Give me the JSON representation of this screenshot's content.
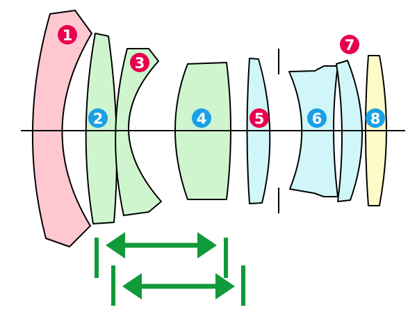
{
  "colors": {
    "pink_fill": "#FFC8D0",
    "green_fill": "#CFF5CF",
    "cyan_fill": "#D0F6FA",
    "yellow_fill": "#FFFBC8",
    "badge_magenta": "#E8004F",
    "badge_blue": "#1AA0E6",
    "arrow_green": "#119A3A",
    "line": "#000000"
  },
  "elements": [
    {
      "label": "1",
      "badge_color": "magenta",
      "fill": "pink"
    },
    {
      "label": "2",
      "badge_color": "blue",
      "fill": "green"
    },
    {
      "label": "3",
      "badge_color": "magenta",
      "fill": "green"
    },
    {
      "label": "4",
      "badge_color": "blue",
      "fill": "green"
    },
    {
      "label": "5",
      "badge_color": "magenta",
      "fill": "cyan"
    },
    {
      "label": "6",
      "badge_color": "blue",
      "fill": "cyan"
    },
    {
      "label": "7",
      "badge_color": "magenta",
      "fill": "cyan"
    },
    {
      "label": "8",
      "badge_color": "blue",
      "fill": "yellow"
    }
  ],
  "moving_groups": [
    {
      "members": [
        "2",
        "3",
        "4"
      ],
      "color": "green"
    },
    {
      "members": [
        "3",
        "4",
        "5"
      ],
      "color": "green"
    }
  ]
}
